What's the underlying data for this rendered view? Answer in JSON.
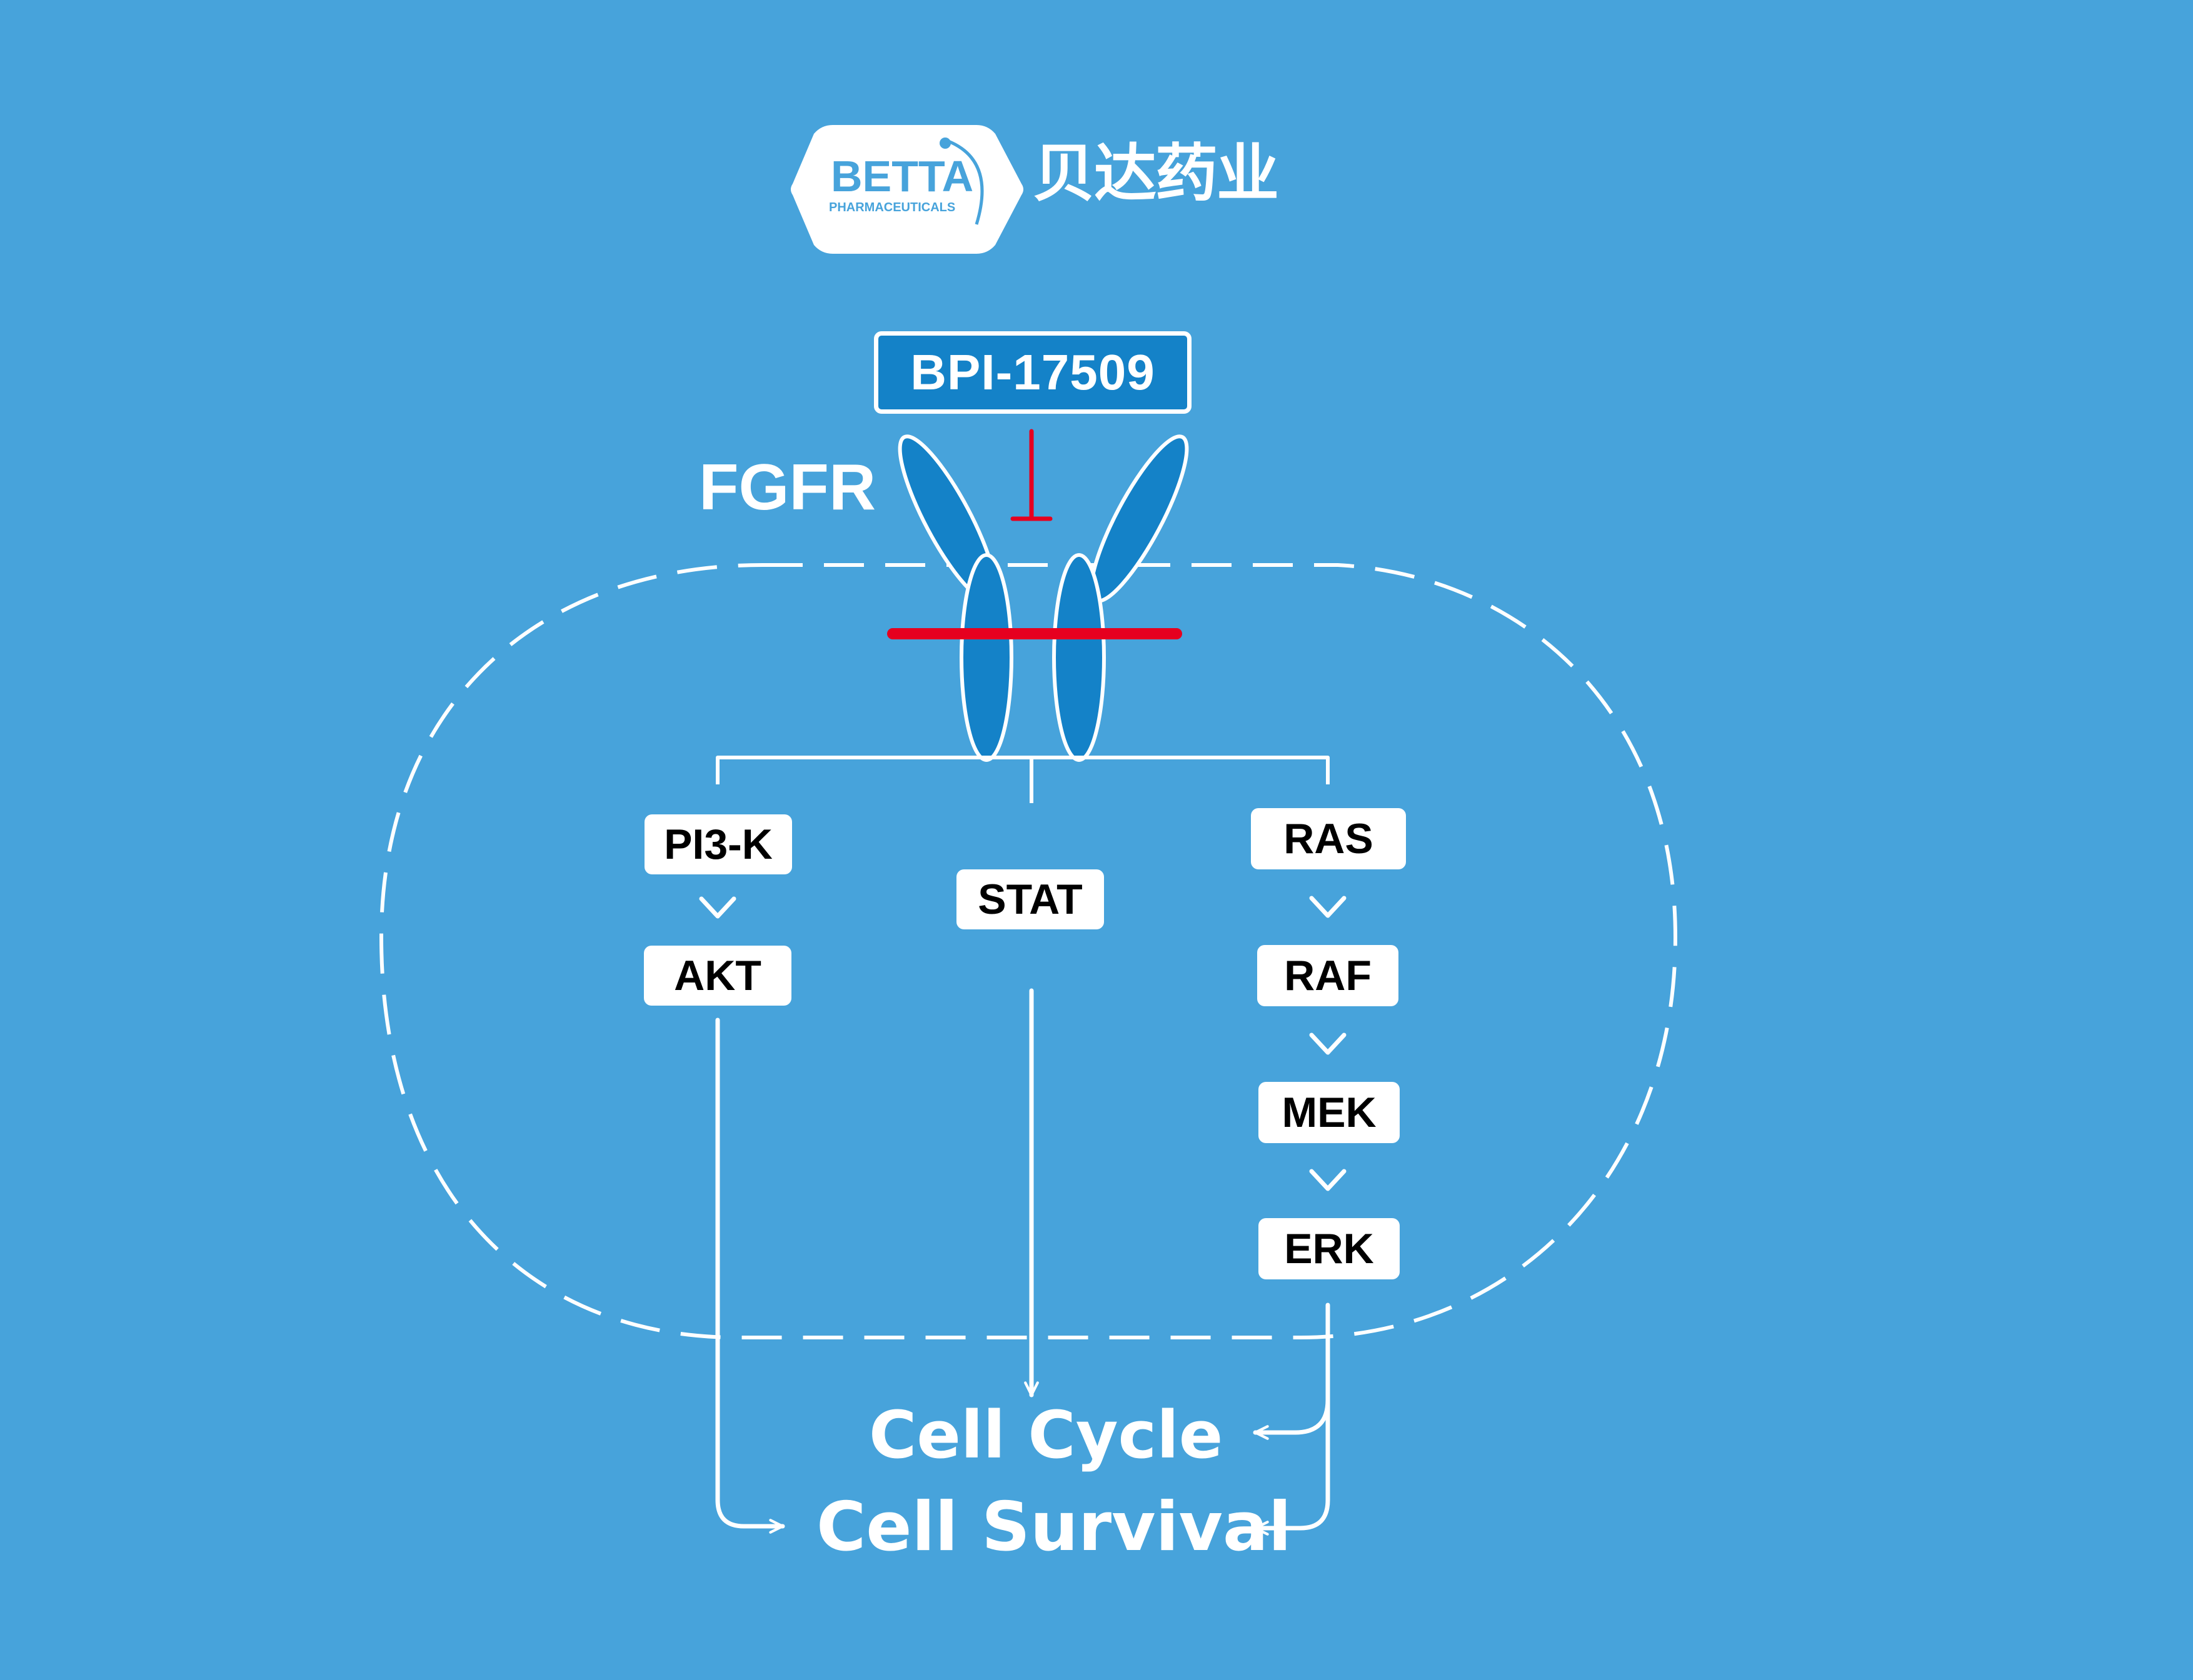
{
  "logo": {
    "brand": "BETTA",
    "subtitle": "PHARMACEUTICALS",
    "chinese_name": "贝达药业"
  },
  "drug": "BPI-17509",
  "receptor": "FGFR",
  "pathways": {
    "pi3k": "PI3-K",
    "akt": "AKT",
    "stat": "STAT",
    "ras": "RAS",
    "raf": "RAF",
    "mek": "MEK",
    "erk": "ERK"
  },
  "outcomes": {
    "cell_cycle": "Cell Cycle",
    "cell_survival": "Cell Survival"
  },
  "colors": {
    "background": "#47a3db",
    "receptor": "#1482c8",
    "inhibitor": "#e6001f",
    "membrane": "#e6001f",
    "lines": "#ffffff",
    "node_fill": "#ffffff",
    "node_text": "#000000"
  }
}
